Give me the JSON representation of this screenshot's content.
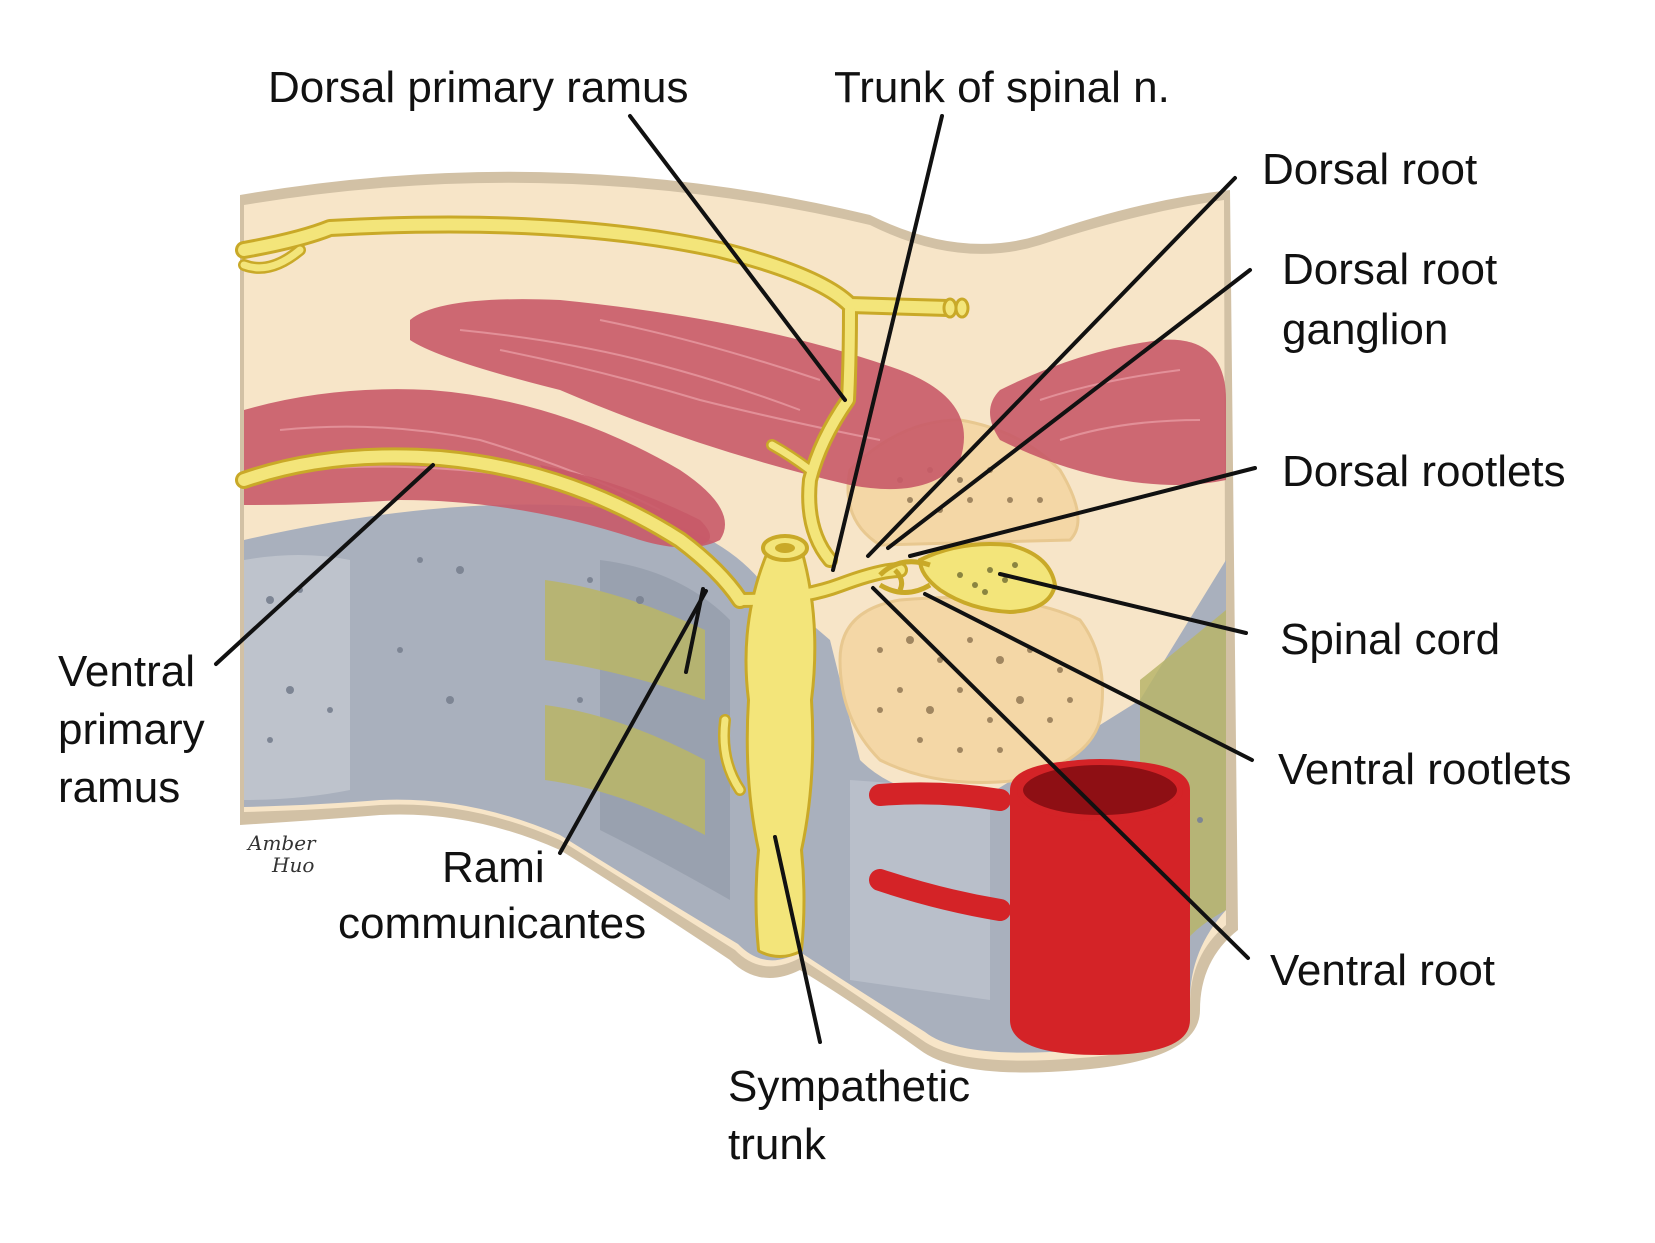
{
  "labels": {
    "dorsal_primary_ramus": "Dorsal primary ramus",
    "trunk_of_spinal_n": "Trunk of spinal n.",
    "dorsal_root": "Dorsal root",
    "dorsal_root_ganglion": [
      "Dorsal root",
      "ganglion"
    ],
    "dorsal_rootlets": "Dorsal rootlets",
    "spinal_cord": "Spinal cord",
    "ventral_rootlets": "Ventral rootlets",
    "ventral_root": "Ventral root",
    "ventral_primary_ramus": [
      "Ventral",
      "primary",
      "ramus"
    ],
    "rami_communicantes": [
      "Rami",
      "communicantes"
    ],
    "sympathetic_trunk": [
      "Sympathetic",
      "trunk"
    ]
  },
  "signature": [
    "Amber",
    "Huo"
  ],
  "colors": {
    "skin": "#f7e5c8",
    "skin_border": "#c9b89e",
    "muscle": "#c85a68",
    "nerve": "#f3e57a",
    "nerve_outline": "#c9a928",
    "bone": "#f4d7a6",
    "vertebra_gray": "#a9b0bd",
    "disc": "#b8b56a",
    "aorta": "#d42327",
    "aorta_dark": "#8e0f14"
  }
}
